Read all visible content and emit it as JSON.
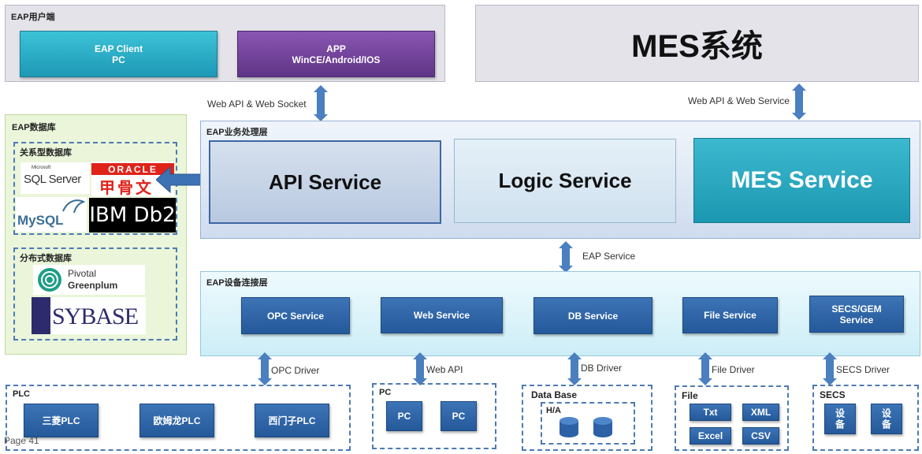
{
  "eap_client_section": {
    "title": "EAP用户端",
    "client_line1": "EAP Client",
    "client_line2": "PC",
    "app_line1": "APP",
    "app_line2": "WinCE/Android/IOS"
  },
  "mes_system": {
    "title": "MES系统"
  },
  "arrows": {
    "client_link": "Web API & Web Socket",
    "mes_link": "Web API & Web Service",
    "eap_service": "EAP Service",
    "opc_driver": "OPC Driver",
    "web_api": "Web API",
    "db_driver": "DB Driver",
    "file_driver": "File Driver",
    "secs_driver": "SECS Driver"
  },
  "database_section": {
    "title": "EAP数据库",
    "relational_title": "关系型数据库",
    "distributed_title": "分布式数据库",
    "logos": {
      "sqlserver": "SQL Server",
      "sqlserver_small": "Microsoft",
      "oracle": "ORACLE",
      "oracle_cn": "甲骨文",
      "mysql": "MySQL",
      "ibm": "IBM Db2",
      "pivotal": "Pivotal",
      "greenplum": "Greenplum",
      "sybase": "SYBASE"
    }
  },
  "business_layer": {
    "title": "EAP业务处理层",
    "api": "API Service",
    "logic": "Logic Service",
    "mes": "MES Service"
  },
  "device_layer": {
    "title": "EAP设备连接层",
    "opc": "OPC Service",
    "web": "Web Service",
    "db": "DB Service",
    "file": "File Service",
    "secs_line1": "SECS/GEM",
    "secs_line2": "Service"
  },
  "plc_group": {
    "title": "PLC",
    "items": [
      "三菱PLC",
      "欧姆龙PLC",
      "西门子PLC"
    ]
  },
  "pc_group": {
    "title": "PC",
    "items": [
      "PC",
      "PC"
    ]
  },
  "database_group": {
    "title": "Data Base",
    "ha": "H/A"
  },
  "file_group": {
    "title": "File",
    "items": [
      "Txt",
      "XML",
      "Excel",
      "CSV"
    ]
  },
  "secs_group": {
    "title": "SECS",
    "items": [
      "设备",
      "设备"
    ]
  },
  "footer": {
    "page": "Page 41"
  },
  "colors": {
    "accent_blue": "#2a5fa0",
    "teal": "#22a3b8",
    "purple": "#6d3e92",
    "light_green": "#eaf5d9"
  }
}
